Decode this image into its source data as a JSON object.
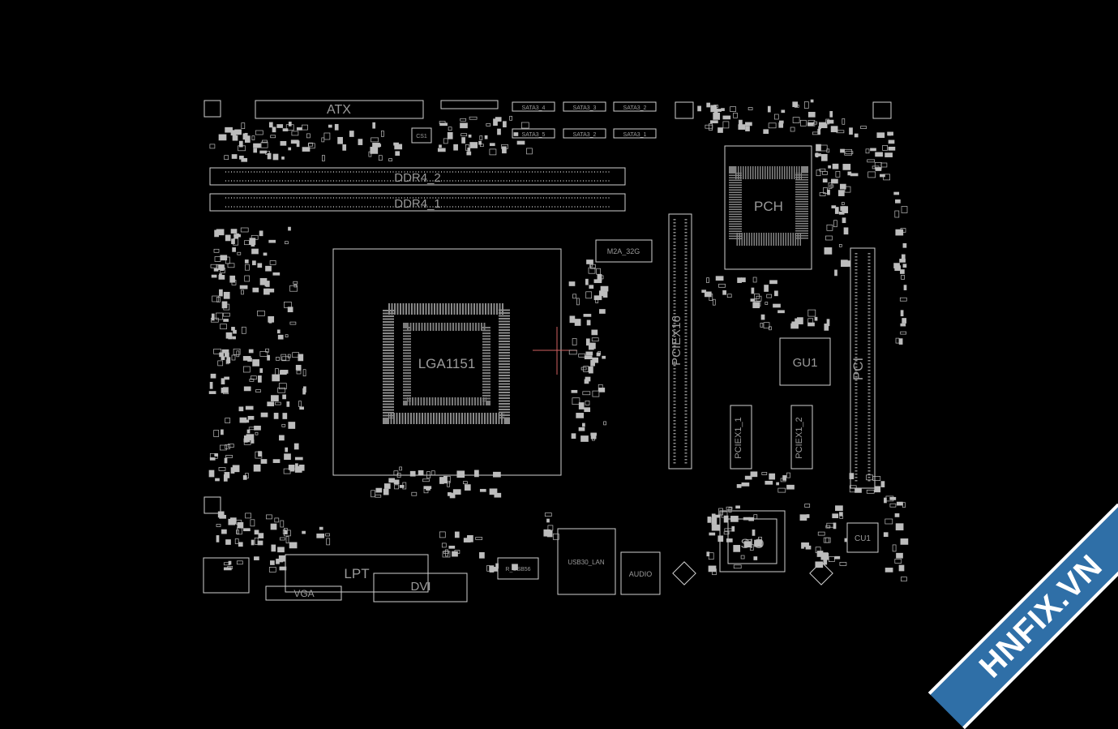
{
  "labels": {
    "atx": "ATX",
    "sata1": "SATA3_4",
    "sata2": "SATA3_3",
    "sata3": "SATA3_2",
    "sata4": "SATA3_5",
    "sata5": "SATA3_2",
    "sata6": "SATA3_1",
    "ddr4_2": "DDR4_2",
    "ddr4_1": "DDR4_1",
    "lga": "LGA1151",
    "m2": "M2A_32G",
    "pciex16": "PCIEX16",
    "pci": "PCI",
    "gu1": "GU1",
    "pch": "PCH",
    "sio": "SIO",
    "cu1": "CU1",
    "pciex1_1": "PCIEX1_1",
    "pciex1_2": "PCIEX1_2",
    "lpt": "LPT",
    "vga": "VGA",
    "dvi": "DVI",
    "usb": "USB30_LAN",
    "audio": "AUDIO",
    "usb_r": "R_USB56",
    "cs1": "CS1"
  },
  "watermark": "HNFIX.VN",
  "colors": {
    "line": "#cfcfcf",
    "text": "#9a9a9a",
    "marker": "#d06060",
    "ribbon": "#2f6fa7"
  }
}
